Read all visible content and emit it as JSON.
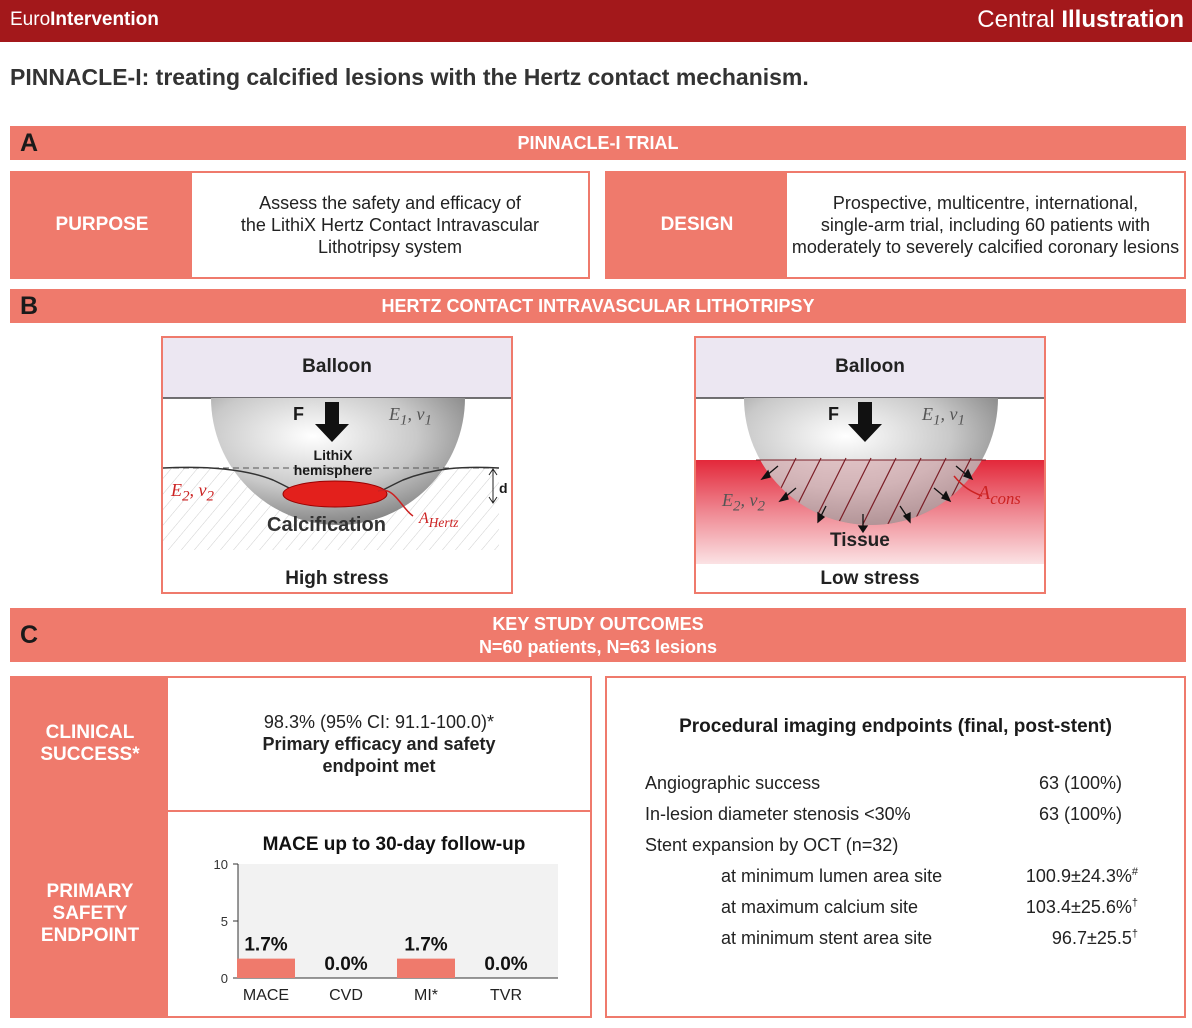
{
  "header": {
    "brand_light": "Euro",
    "brand_bold": "Intervention",
    "ci_light": "Central ",
    "ci_bold": "Illustration"
  },
  "title": "PINNACLE-I: treating calcified lesions with the Hertz contact mechanism.",
  "section_a": {
    "letter": "A",
    "title": "PINNACLE-I TRIAL",
    "purpose_label": "PURPOSE",
    "purpose_lines": [
      "Assess the safety and efficacy of",
      "the LithiX Hertz Contact Intravascular",
      "Lithotripsy system"
    ],
    "design_label": "DESIGN",
    "design_lines": [
      "Prospective, multicentre, international,",
      "single-arm trial, including 60 patients with",
      "moderately to severely calcified coronary lesions"
    ]
  },
  "section_b": {
    "letter": "B",
    "title": "HERTZ CONTACT INTRAVASCULAR LITHOTRIPSY",
    "left": {
      "balloon": "Balloon",
      "force": "F",
      "e1": "E",
      "e1_sub": "1",
      "v1": ", v",
      "v1_sub": "1",
      "hemi1": "LithiX",
      "hemi2": "hemisphere",
      "e2": "E",
      "e2_sub": "2",
      "v2": ", v",
      "v2_sub": "2",
      "d": "d",
      "calc": "Calcification",
      "aherz": "A",
      "aherz_sub": "Hertz",
      "caption": "High stress"
    },
    "right": {
      "balloon": "Balloon",
      "force": "F",
      "e1": "E",
      "e1_sub": "1",
      "v1": ", v",
      "v1_sub": "1",
      "e2": "E",
      "e2_sub": "2",
      "v2": ", v",
      "v2_sub": "2",
      "acons": "A",
      "acons_sub": "cons",
      "tissue": "Tissue",
      "caption": "Low stress"
    }
  },
  "section_c": {
    "letter": "C",
    "title1": "KEY STUDY OUTCOMES",
    "title2": "N=60 patients, N=63 lesions",
    "clinical_label_1": "CLINICAL",
    "clinical_label_2": "SUCCESS*",
    "clinical_line1": "98.3% (95% CI: 91.1-100.0)*",
    "clinical_line2": "Primary efficacy and safety",
    "clinical_line3": "endpoint met",
    "safety_label_1": "PRIMARY",
    "safety_label_2": "SAFETY",
    "safety_label_3": "ENDPOINT",
    "imaging_title": "Procedural imaging endpoints (final, post-stent)",
    "imaging_rows": [
      {
        "label": "Angiographic success",
        "value": "63 (100%)",
        "mark": ""
      },
      {
        "label": "In-lesion diameter stenosis <30%",
        "value": "63 (100%)",
        "mark": ""
      },
      {
        "label": "Stent expansion by OCT (n=32)",
        "value": "",
        "mark": ""
      },
      {
        "label": "at minimum lumen area site",
        "value": "100.9±24.3%",
        "mark": "#"
      },
      {
        "label": "at maximum calcium site",
        "value": "103.4±25.6%",
        "mark": "†"
      },
      {
        "label": "at minimum stent area site",
        "value": "96.7±25.5",
        "mark": "†"
      }
    ]
  },
  "chart_data": {
    "type": "bar",
    "title": "MACE up to 30-day follow-up",
    "categories": [
      "MACE",
      "CVD",
      "MI*",
      "TVR"
    ],
    "values": [
      1.7,
      0.0,
      1.7,
      0.0
    ],
    "value_labels": [
      "1.7%",
      "0.0%",
      "1.7%",
      "0.0%"
    ],
    "ylim": [
      0,
      10
    ],
    "yticks": [
      0,
      5,
      10
    ],
    "ytick_labels": [
      "0",
      "5",
      "10"
    ],
    "bar_color": "#ef7a6c",
    "grid": false
  },
  "colors": {
    "brand_red": "#a3181b",
    "accent": "#ef7a6c",
    "balloon_bg": "#ece7f2"
  }
}
